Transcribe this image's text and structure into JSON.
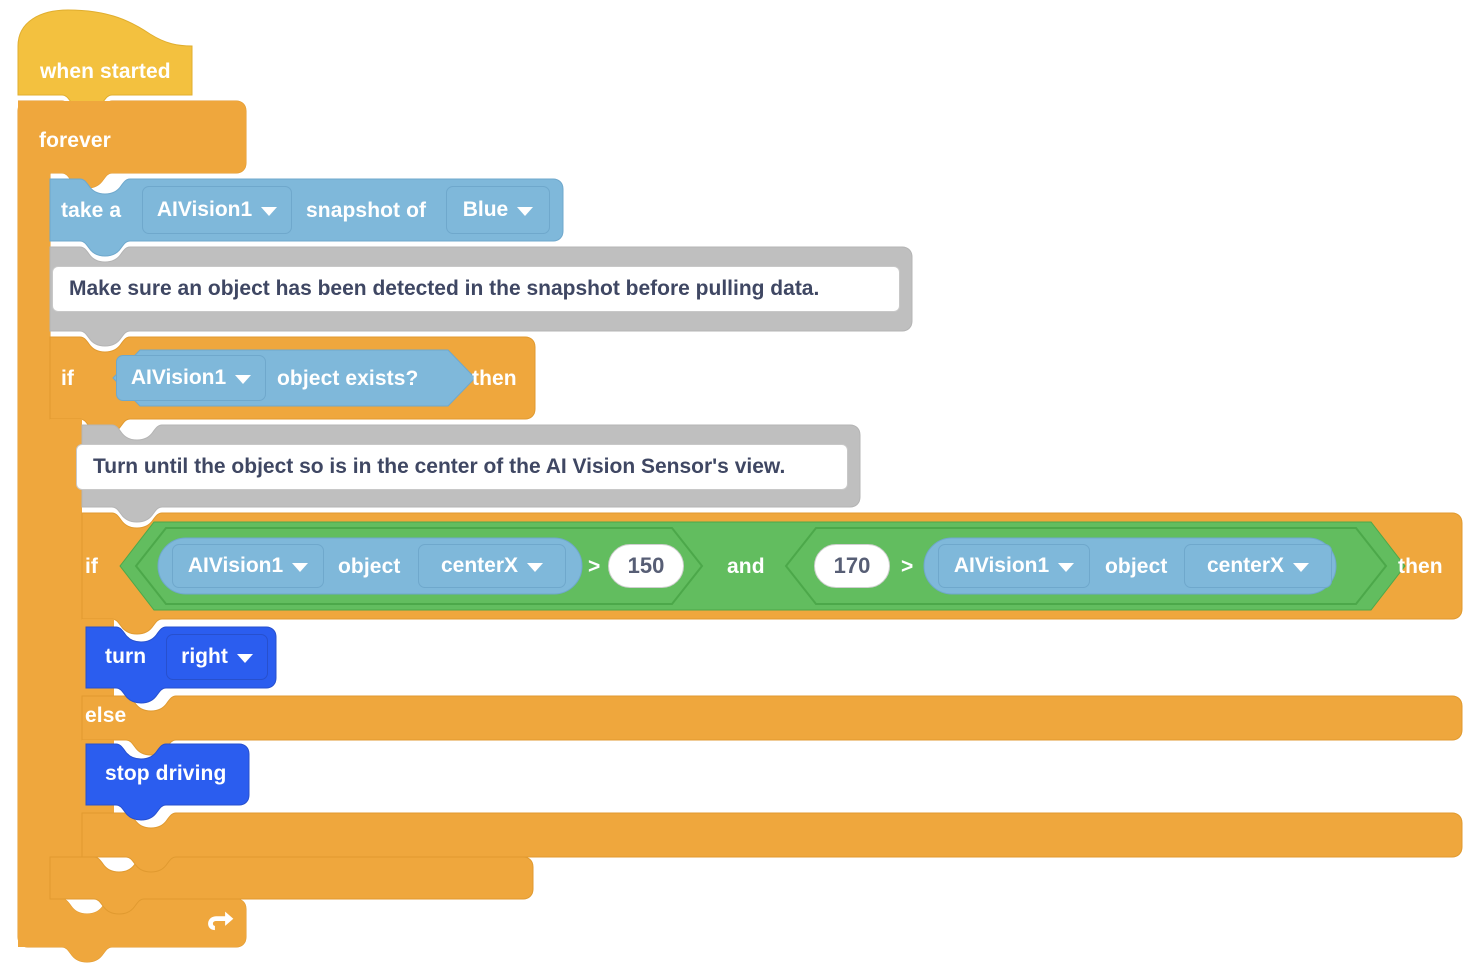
{
  "editor": {
    "name": "vexcode-block-workspace",
    "background": "#ffffff"
  },
  "palette": {
    "event_hat": "#F3C13F",
    "control_orange": "#EFA73D",
    "sensing_blue": "#7FB8DA",
    "operator_green": "#62BD5F",
    "motion_blue": "#2B5DEF",
    "comment_gray": "#BFBFBF",
    "comment_field": "#FFFFFF",
    "comment_text": "#3F4763",
    "block_text": "#FFFFFF"
  },
  "script": {
    "hat": {
      "label": "when started",
      "block_type": "event"
    },
    "forever": {
      "label": "forever",
      "block_type": "control",
      "loop_icon": "loop-arrow-icon"
    },
    "snapshot": {
      "prefix_label": "take a",
      "device": "AIVision1",
      "middle_label": "snapshot of",
      "target": "Blue"
    },
    "comment1": {
      "text": "Make sure an object has been detected in the snapshot before pulling data."
    },
    "if_exists": {
      "if_label": "if",
      "then_label": "then",
      "condition": {
        "device": "AIVision1",
        "label": "object exists?"
      }
    },
    "comment2": {
      "text": "Turn until the object so is in the center of the AI Vision Sensor's view."
    },
    "if_center": {
      "if_label": "if",
      "then_label": "then",
      "else_label": "else",
      "operator": "and",
      "left": {
        "device": "AIVision1",
        "object_label": "object",
        "property": "centerX",
        "comparator": ">",
        "value": "150"
      },
      "right": {
        "value": "170",
        "comparator": ">",
        "device": "AIVision1",
        "object_label": "object",
        "property": "centerX"
      }
    },
    "turn": {
      "label": "turn",
      "direction": "right"
    },
    "stop_driving": {
      "label": "stop driving"
    }
  }
}
